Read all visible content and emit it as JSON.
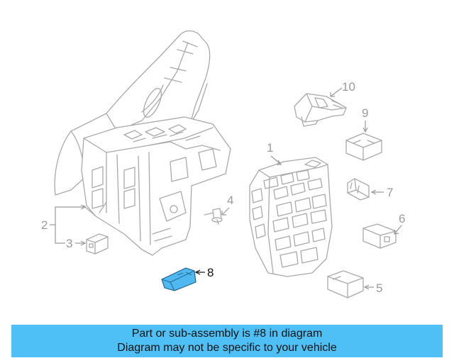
{
  "callouts": {
    "c1": "1",
    "c2": "2",
    "c3": "3",
    "c4": "4",
    "c5": "5",
    "c6": "6",
    "c7": "7",
    "c8": "8",
    "c9": "9",
    "c10": "10"
  },
  "highlighted_part": "8",
  "colors": {
    "highlight_fill": "#4fb8f0",
    "banner_bg": "#4fc0f5",
    "line_art": "#a9a9a9"
  },
  "banner": {
    "line1": "Part or sub-assembly is #8 in diagram",
    "line2": "Diagram may not be specific to your vehicle"
  }
}
